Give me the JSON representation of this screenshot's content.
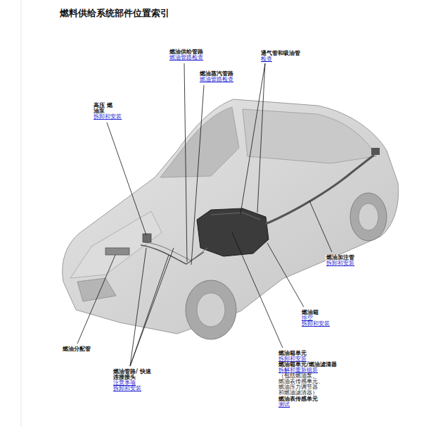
{
  "diagram": {
    "title": "燃料供给系统部件位置索引",
    "labels": [
      "燃油供给管路",
      "燃油管路检查",
      "通气管和吸油管",
      "检查",
      "燃油蒸汽管路",
      "燃油管路检查",
      "高压 燃油泵",
      "拆卸和安装",
      "燃油加注管",
      "拆卸和安装",
      "燃油箱",
      "排空",
      "拆卸和安装",
      "燃油分配管",
      "燃油管路/ 快速连接接头",
      "注意事项",
      "拆卸和安装",
      "燃油箱单元",
      "拆卸和安装",
      "燃油箱单元/燃油滤清器",
      "拆解和重新组装",
      "（包括燃油泵、 燃油表传感单元、 燃油压力调节器 和燃油滤清器）",
      "燃油表传感单元",
      "测试"
    ]
  }
}
